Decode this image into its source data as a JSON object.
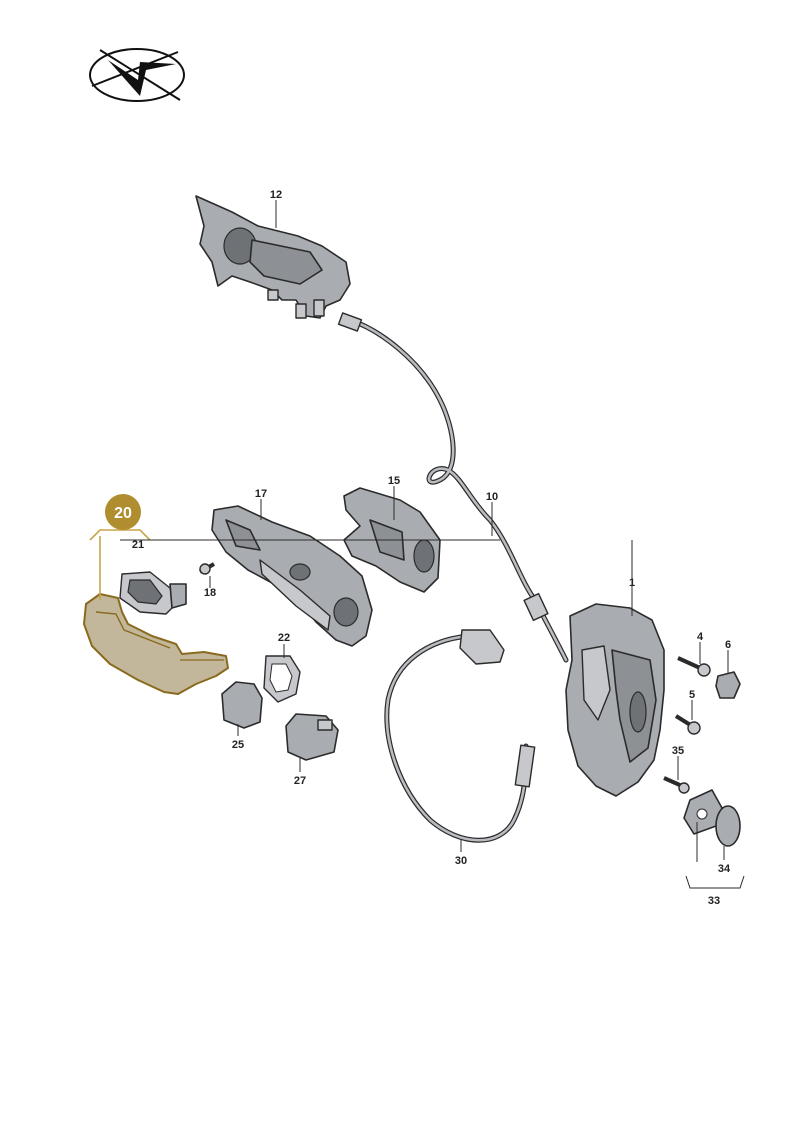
{
  "highlighted_part": {
    "number": "20",
    "color": "#b08d2f"
  },
  "parts": {
    "p1": "1",
    "p4": "4",
    "p5": "5",
    "p6": "6",
    "p10": "10",
    "p12": "12",
    "p15": "15",
    "p17": "17",
    "p18": "18",
    "p21": "21",
    "p22": "22",
    "p25": "25",
    "p27": "27",
    "p30": "30",
    "p33": "33",
    "p34": "34",
    "p35": "35"
  },
  "colors": {
    "part_fill": "#a9acb0",
    "outline": "#2b2b2b",
    "highlight_outline": "#c9a44a"
  },
  "icons": {
    "logo": "checkmark-arrow-logo"
  }
}
